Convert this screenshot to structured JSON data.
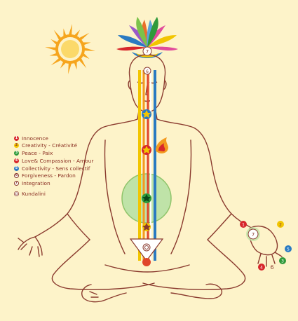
{
  "legend": {
    "items": [
      {
        "num": "1",
        "label": "Innocence",
        "color": "#d7262b"
      },
      {
        "num": "2",
        "label": "Creativity - Créativité",
        "color": "#f2c500"
      },
      {
        "num": "3",
        "label": "Peace - Paix",
        "color": "#2f9a3a"
      },
      {
        "num": "4",
        "label": "Love& Compassion - Amour",
        "color": "#d7262b"
      },
      {
        "num": "5",
        "label": "Collectivity - Sens collectif",
        "color": "#2a7ac2"
      },
      {
        "num": "6",
        "label": "Forgiveness - Pardon",
        "color": "#ffffff"
      },
      {
        "num": "7",
        "label": "Integration",
        "color": "#ffffff"
      }
    ],
    "kundalini_label": "Kundalini"
  },
  "markers": {
    "crown_num": "7",
    "agnya_num": "6",
    "hand_center_num": "7",
    "hand_1": "1",
    "hand_2": "2",
    "hand_3": "3",
    "hand_4": "4",
    "hand_5": "5",
    "hand_6": "6"
  },
  "colors": {
    "background": "#fdf3c9",
    "outline": "#8a3a2e",
    "sun": "#f6a51d",
    "moon": "#2a7ac2",
    "left_channel": "#f2c500",
    "right_channel": "#2a7ac2",
    "central_channel_red": "#e0452b",
    "central_channel_orange": "#f39a1f",
    "heart_circle": "#bfe3a8"
  }
}
